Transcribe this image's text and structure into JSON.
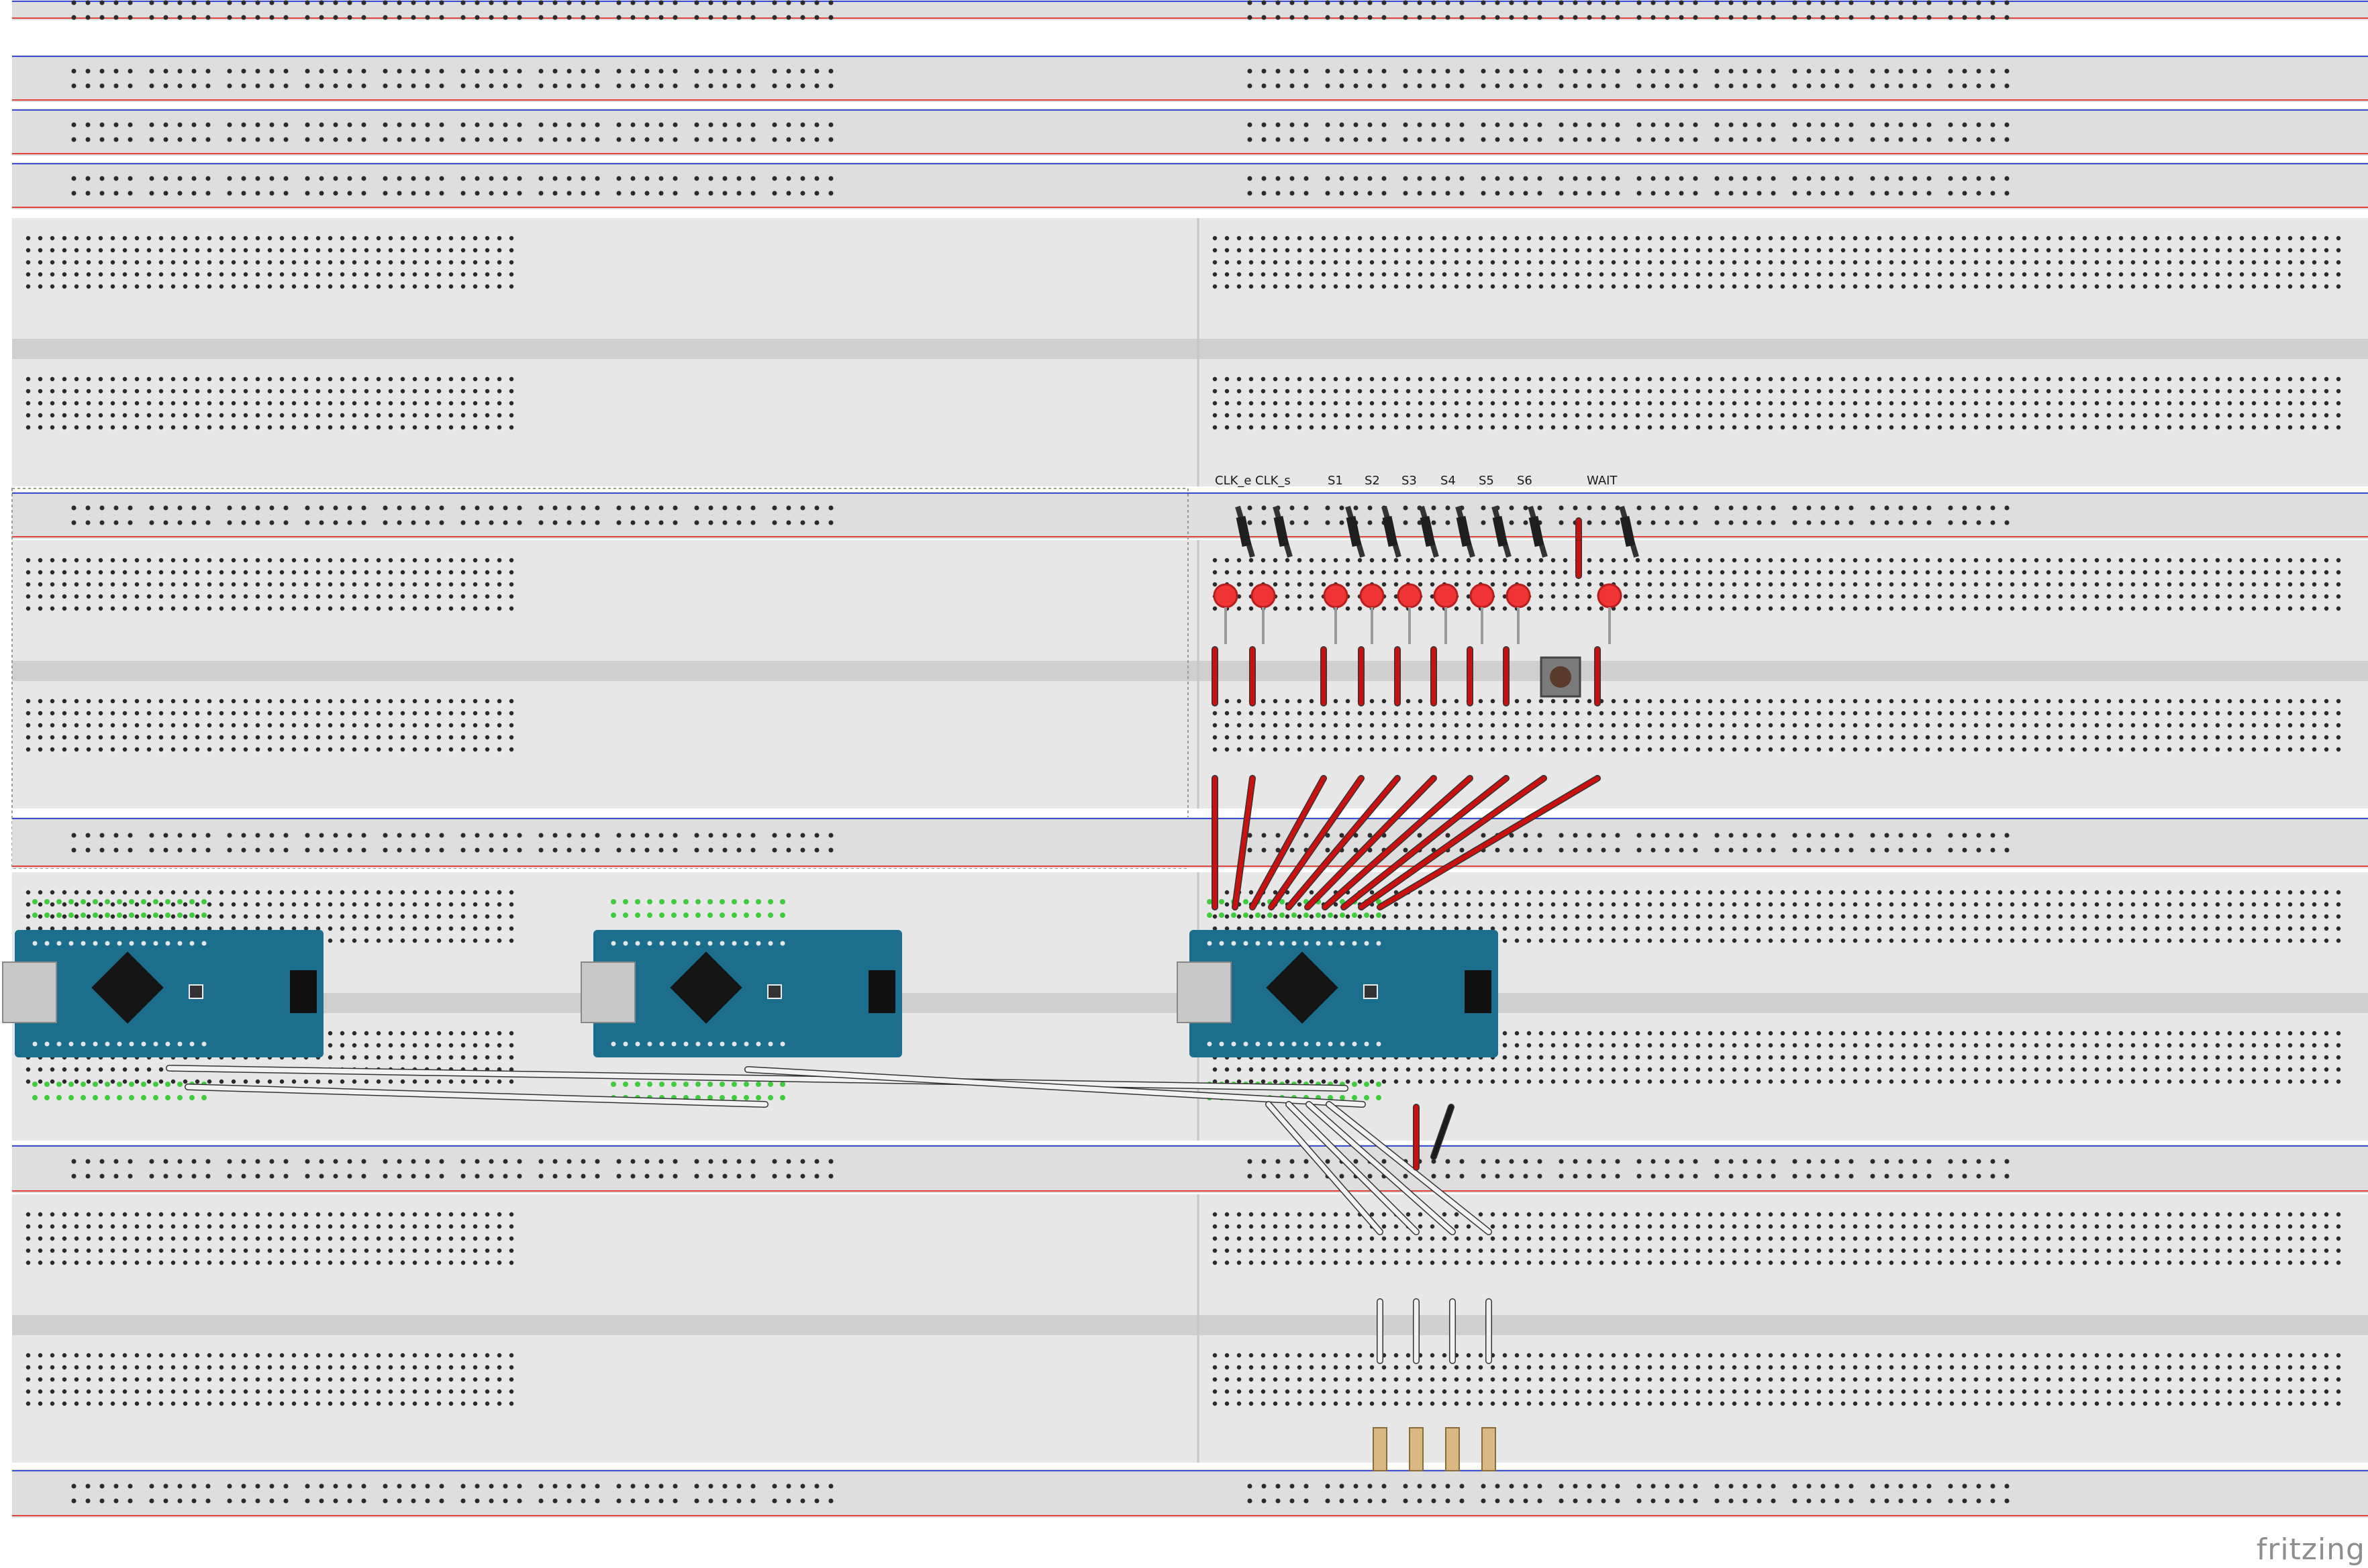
{
  "colors": {
    "board": "#dedede",
    "board_light": "#e7e7e7",
    "hole": "#2b2b2b",
    "hole_active": "#3fcc3f",
    "rail_red": "#e0433a",
    "rail_blue": "#3b4fd6",
    "wire_red": "#c9110f",
    "wire_white": "#f2f2f2",
    "wire_black": "#1c1c1c",
    "led_red": "#ee3434",
    "arduino": "#1b6e8c",
    "resistor": "#d9b882"
  },
  "signal_labels": [
    "CLK_e",
    "CLK_s",
    "S1",
    "S2",
    "S3",
    "S4",
    "S5",
    "S6",
    "WAIT"
  ],
  "brand": "fritzing"
}
